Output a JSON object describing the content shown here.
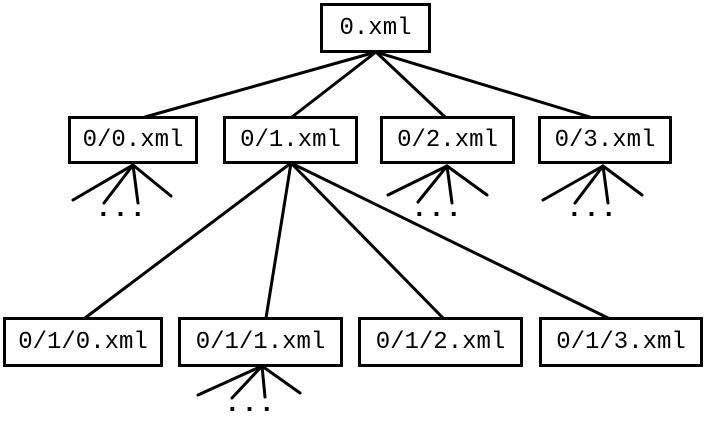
{
  "diagram": {
    "root": {
      "label": "0.xml"
    },
    "level2": [
      {
        "label": "0/0.xml"
      },
      {
        "label": "0/1.xml"
      },
      {
        "label": "0/2.xml"
      },
      {
        "label": "0/3.xml"
      }
    ],
    "level3": [
      {
        "label": "0/1/0.xml"
      },
      {
        "label": "0/1/1.xml"
      },
      {
        "label": "0/1/2.xml"
      },
      {
        "label": "0/1/3.xml"
      }
    ],
    "ellipsis": "...",
    "colors": {
      "line": "#000000",
      "background": "#ffffff",
      "text": "#000000"
    }
  }
}
